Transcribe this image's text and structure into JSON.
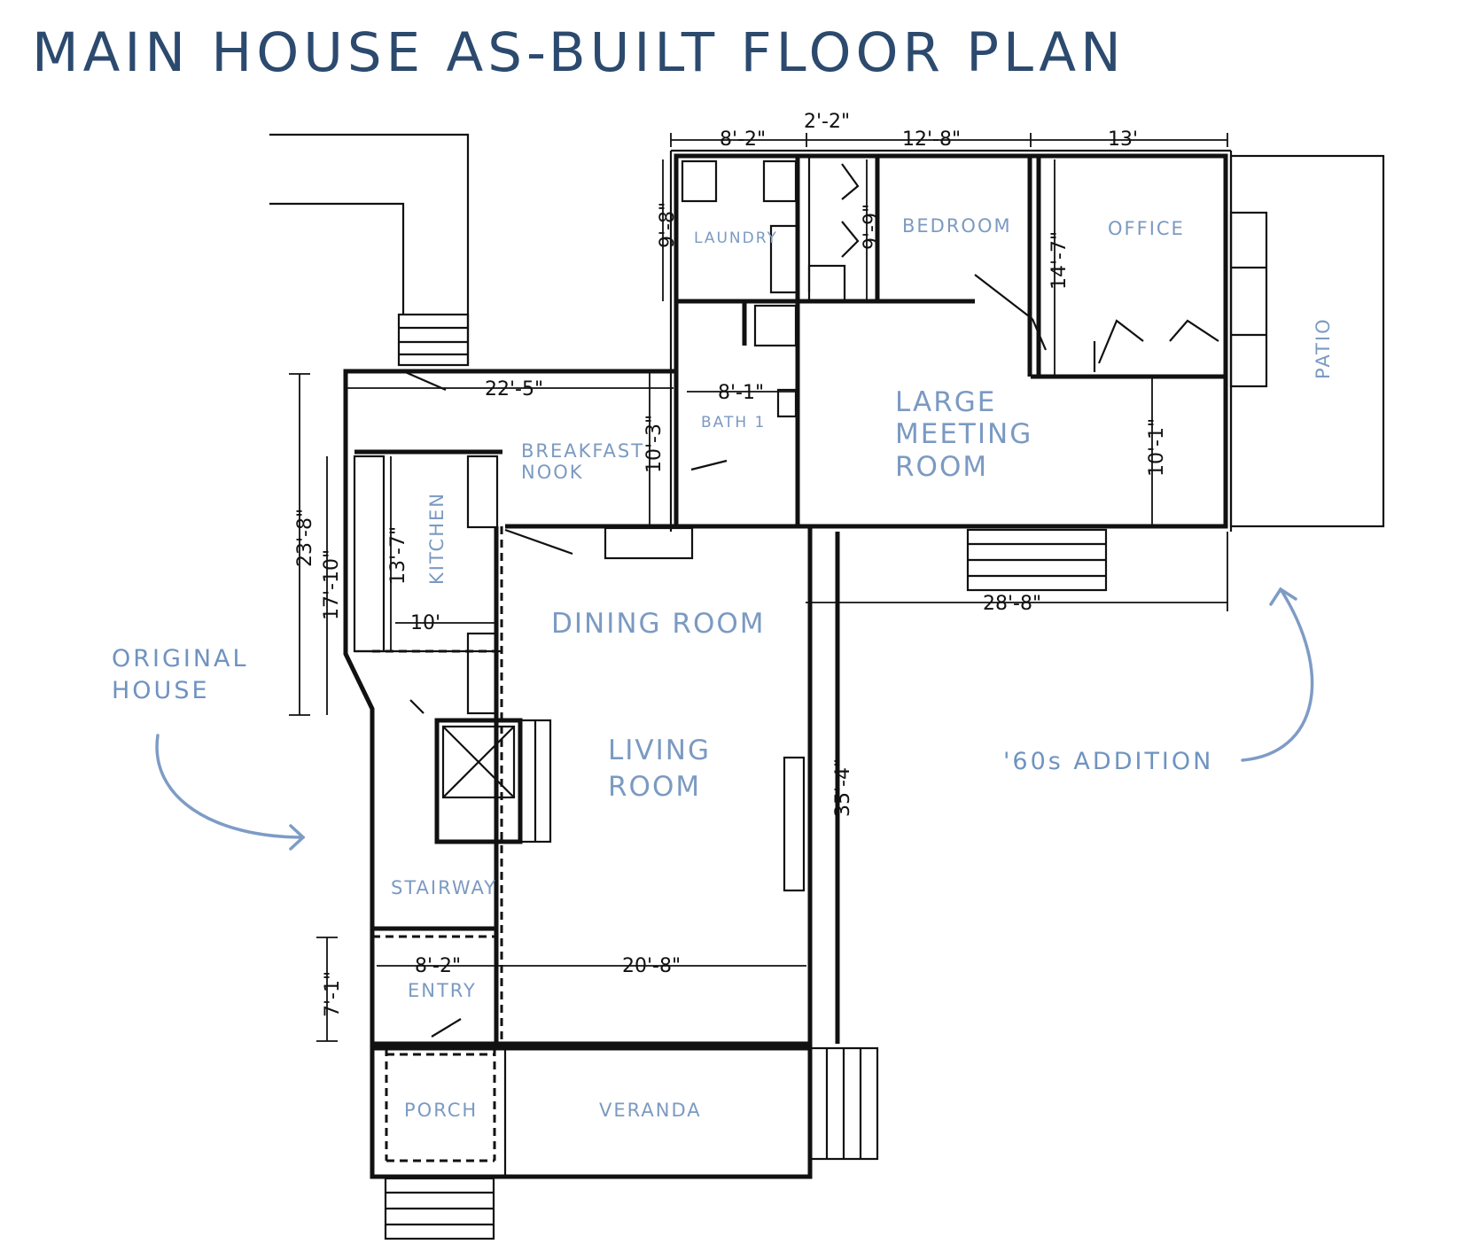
{
  "title": "MAIN HOUSE AS-BUILT FLOOR PLAN",
  "rooms": {
    "laundry": "LAUNDRY",
    "bedroom": "BEDROOM",
    "office": "OFFICE",
    "patio": "PATIO",
    "bath": "BATH 1",
    "breakfast_1": "BREAKFAST",
    "breakfast_2": "NOOK",
    "meeting_1": "LARGE",
    "meeting_2": "MEETING",
    "meeting_3": "ROOM",
    "kitchen": "KITCHEN",
    "dining": "DINING ROOM",
    "living_1": "LIVING",
    "living_2": "ROOM",
    "stairway": "STAIRWAY",
    "entry": "ENTRY",
    "porch": "PORCH",
    "veranda": "VERANDA"
  },
  "dimensions": {
    "laundry_width": "8'-2\"",
    "bath_gap": "2'-2\"",
    "bedroom_width": "12'-8\"",
    "office_width": "13'",
    "laundry_depth": "9'-8\"",
    "bedroom_depth": "9'-9\"",
    "office_depth": "14'-7\"",
    "breakfast_width": "22'-5\"",
    "bath_width": "8'-1\"",
    "breakfast_depth": "10'-3\"",
    "meeting_depth": "10'-1\"",
    "addition_width": "28'-8\"",
    "original_depth": "23'-8\"",
    "kitchen_outer": "17'-10\"",
    "kitchen_inner": "13'-7\"",
    "kitchen_width": "10'",
    "living_depth": "35'-4\"",
    "entry_width": "8'-2\"",
    "living_width": "20'-8\"",
    "entry_depth": "7'-1\""
  },
  "notes": {
    "original_1": "ORIGINAL",
    "original_2": "HOUSE",
    "addition": "'60s ADDITION"
  }
}
